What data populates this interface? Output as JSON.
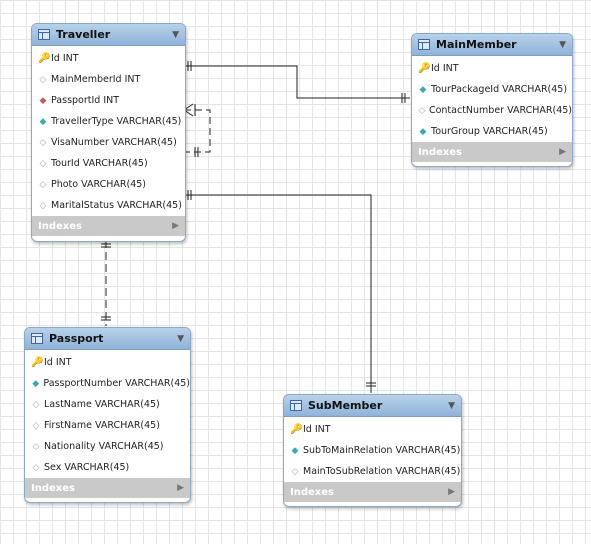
{
  "tables": {
    "traveller": {
      "name": "Traveller",
      "columns": [
        {
          "text": "Id INT",
          "icon": "key"
        },
        {
          "text": "MainMemberId INT",
          "icon": "diamond-outline"
        },
        {
          "text": "PassportId INT",
          "icon": "diamond-red"
        },
        {
          "text": "TravellerType VARCHAR(45)",
          "icon": "diamond-teal"
        },
        {
          "text": "VisaNumber VARCHAR(45)",
          "icon": "diamond-outline"
        },
        {
          "text": "TourId VARCHAR(45)",
          "icon": "diamond-outline"
        },
        {
          "text": "Photo VARCHAR(45)",
          "icon": "diamond-outline"
        },
        {
          "text": "MaritalStatus VARCHAR(45)",
          "icon": "diamond-outline"
        }
      ],
      "indexes_label": "Indexes"
    },
    "mainmember": {
      "name": "MainMember",
      "columns": [
        {
          "text": "Id INT",
          "icon": "key"
        },
        {
          "text": "TourPackageId VARCHAR(45)",
          "icon": "diamond-teal"
        },
        {
          "text": "ContactNumber VARCHAR(45)",
          "icon": "diamond-outline"
        },
        {
          "text": "TourGroup VARCHAR(45)",
          "icon": "diamond-teal"
        }
      ],
      "indexes_label": "Indexes"
    },
    "passport": {
      "name": "Passport",
      "columns": [
        {
          "text": "Id INT",
          "icon": "key"
        },
        {
          "text": "PassportNumber VARCHAR(45)",
          "icon": "diamond-teal"
        },
        {
          "text": "LastName VARCHAR(45)",
          "icon": "diamond-outline"
        },
        {
          "text": "FirstName VARCHAR(45)",
          "icon": "diamond-outline"
        },
        {
          "text": "Nationality VARCHAR(45)",
          "icon": "diamond-outline"
        },
        {
          "text": "Sex VARCHAR(45)",
          "icon": "diamond-outline"
        }
      ],
      "indexes_label": "Indexes"
    },
    "submember": {
      "name": "SubMember",
      "columns": [
        {
          "text": "Id INT",
          "icon": "key"
        },
        {
          "text": "SubToMainRelation VARCHAR(45)",
          "icon": "diamond-teal"
        },
        {
          "text": "MainToSubRelation VARCHAR(45)",
          "icon": "diamond-outline"
        }
      ],
      "indexes_label": "Indexes"
    }
  },
  "icons": {
    "key": {
      "glyph": "🔑",
      "cls": "pk",
      "name": "primary-key-icon"
    },
    "diamond-outline": {
      "glyph": "◇",
      "cls": "col",
      "name": "column-icon"
    },
    "diamond-red": {
      "glyph": "◆",
      "cls": "fk-red",
      "name": "foreign-key-icon"
    },
    "diamond-teal": {
      "glyph": "◆",
      "cls": "nn",
      "name": "not-null-column-icon"
    }
  },
  "colors": {
    "header": "#9dbfe0",
    "connector": "#333333",
    "indexes_bar": "#c9c9c9"
  }
}
